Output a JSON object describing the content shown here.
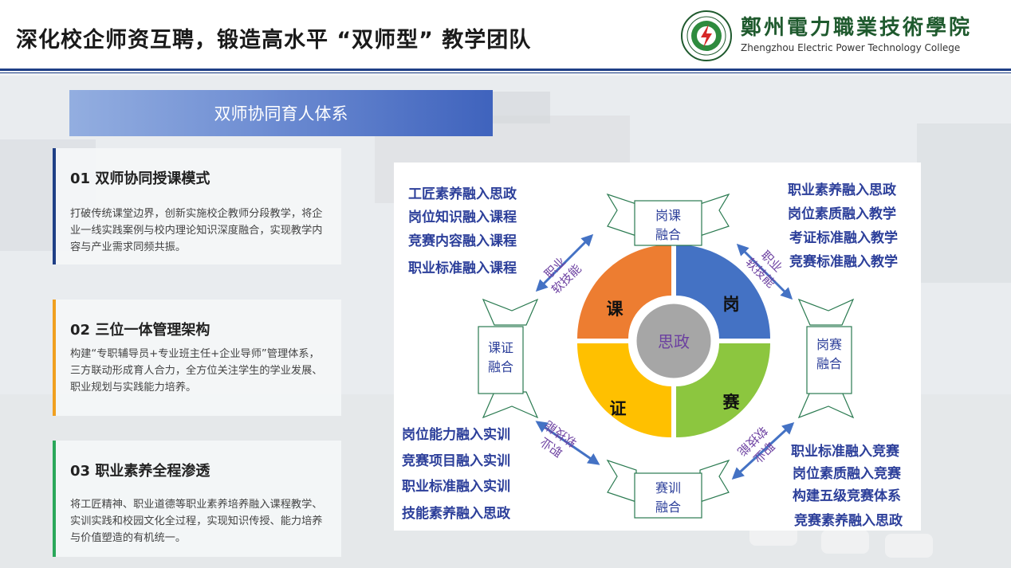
{
  "header": {
    "title": "深化校企师资互聘，锻造高水平 “双师型” 教学团队",
    "college_name_cn": "鄭州電力職業技術學院",
    "college_name_en": "Zhengzhou Electric Power Technology College"
  },
  "section_title": "双师协同育人体系",
  "cards": [
    {
      "title": "01 双师协同授课模式",
      "text": "打破传统课堂边界，创新实施校企教师分段教学，将企业一线实践案例与校内理论知识深度融合，实现教学内容与产业需求同频共振。",
      "accent": "#1f3f86"
    },
    {
      "title": "02 三位一体管理架构",
      "text": "构建“专职辅导员+专业班主任+企业导师”管理体系，三方联动形成育人合力，全方位关注学生的学业发展、职业规划与实践能力培养。",
      "accent": "#f0a020"
    },
    {
      "title": "03 职业素养全程渗透",
      "text": "将工匠精神、职业道德等职业素养培养融入课程教学、实训实践和校园文化全过程，实现知识传授、能力培养与价值塑造的有机统一。",
      "accent": "#2aa85a"
    }
  ],
  "diagram": {
    "center": "思政",
    "quadrants": [
      {
        "label": "岗",
        "color": "#4472c4"
      },
      {
        "label": "赛",
        "color": "#8cc63f"
      },
      {
        "label": "证",
        "color": "#ffc000"
      },
      {
        "label": "课",
        "color": "#ed7d31"
      }
    ],
    "scrolls": {
      "top": [
        "岗课",
        "融合"
      ],
      "right": [
        "岗赛",
        "融合"
      ],
      "bottom": [
        "赛训",
        "融合"
      ],
      "left": [
        "课证",
        "融合"
      ]
    },
    "skills": [
      "职业",
      "软技能"
    ],
    "lists": {
      "top_left": [
        "工匠素养融入思政",
        "岗位知识融入课程",
        "竞赛内容融入课程",
        "职业标准融入课程"
      ],
      "top_right": [
        "职业素养融入思政",
        "岗位素质融入教学",
        "考证标准融入教学",
        "竞赛标准融入教学"
      ],
      "bottom_left": [
        "岗位能力融入实训",
        "竞赛项目融入实训",
        "职业标准融入实训",
        "技能素养融入思政"
      ],
      "bottom_right": [
        "职业标准融入竞赛",
        "岗位素质融入竞赛",
        "构建五级竞赛体系",
        "竞赛素养融入思政"
      ]
    },
    "colors": {
      "text_blue": "#2c3f9a",
      "arrow": "#4472c4",
      "skill_text": "#6b3fa0",
      "scroll_text": "#2c3f9a",
      "scroll_border": "#2a7a50"
    }
  }
}
